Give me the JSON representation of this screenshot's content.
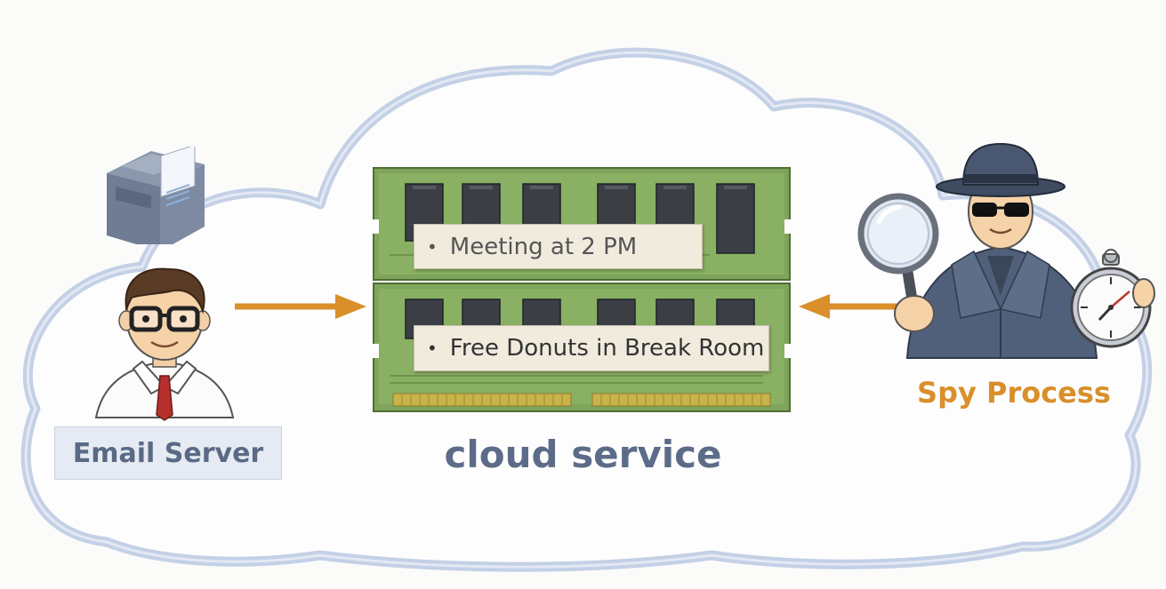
{
  "email_server": {
    "label": "Email Server"
  },
  "cloud": {
    "label": "cloud service"
  },
  "spy": {
    "label": "Spy Process"
  },
  "memory": {
    "notes": [
      {
        "bullet": "•",
        "text": "Meeting at 2 PM"
      },
      {
        "bullet": "•",
        "text": "Free Donuts in Break Room"
      }
    ]
  },
  "colors": {
    "cloud_outline": "#c3d0e6",
    "arrow": "#d98f2a",
    "ram_green": "#7ea55a",
    "spy_coat": "#51607a",
    "label_blue": "#5c6c88"
  },
  "icons": [
    "server-icon",
    "person-icon",
    "ram-module-icon",
    "spy-icon",
    "magnifying-glass-icon",
    "stopwatch-icon"
  ]
}
